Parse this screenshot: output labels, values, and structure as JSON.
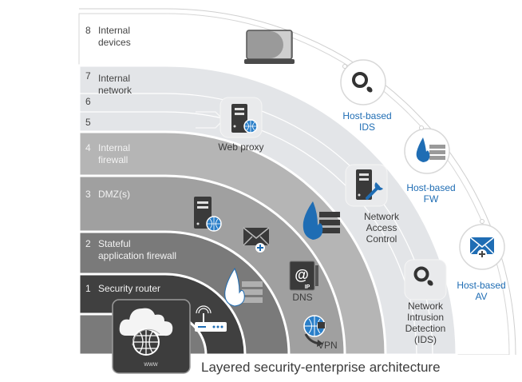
{
  "title": "Layered security-enterprise architecture",
  "colors": {
    "layer8": "#ffffff",
    "layer5to7": "#e3e5e8",
    "layer4": "#b5b5b5",
    "layer3": "#a0a0a0",
    "layer2": "#7a7a7a",
    "layer1": "#404040",
    "accent_blue": "#1f6db4",
    "icon_dark": "#3c3c3c"
  },
  "layers": [
    {
      "num": "8",
      "label": "Internal\ndevices"
    },
    {
      "num": "7",
      "label": "Internal\nnetwork"
    },
    {
      "num": "6",
      "label": ""
    },
    {
      "num": "5",
      "label": ""
    },
    {
      "num": "4",
      "label": "Internal\nfirewall"
    },
    {
      "num": "3",
      "label": "DMZ(s)"
    },
    {
      "num": "2",
      "label": "Stateful\napplication firewall"
    },
    {
      "num": "1",
      "label": "Security router"
    }
  ],
  "components": {
    "www": "www",
    "web_proxy": "Web proxy",
    "dns": "DNS",
    "vpn": "VPN",
    "nac": "Network\nAccess\nControl",
    "nids": "Network\nIntrusion\nDetection\n(IDS)",
    "host_ids": "Host-based\nIDS",
    "host_fw": "Host-based\nFW",
    "host_av": "Host-based\nAV",
    "dns_badge": "IP"
  },
  "icons": [
    "laptop-icon",
    "server-globe-icon",
    "server-wrench-icon",
    "magnifier-icon",
    "firewall-flame-icon",
    "mail-plus-icon",
    "dns-at-icon",
    "vpn-globe-icon",
    "router-icon",
    "cloud-globe-icon"
  ]
}
